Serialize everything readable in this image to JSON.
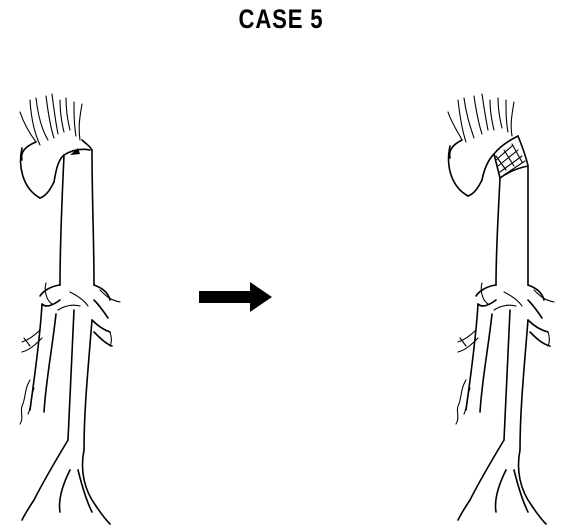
{
  "title": "CASE 5",
  "colors": {
    "ink": "#000000",
    "background": "#ffffff"
  },
  "panels": [
    {
      "id": "before",
      "description_icon": "aorta-native-icon"
    },
    {
      "id": "arrow",
      "description_icon": "right-arrow-icon"
    },
    {
      "id": "after",
      "description_icon": "aorta-graft-icon"
    }
  ]
}
